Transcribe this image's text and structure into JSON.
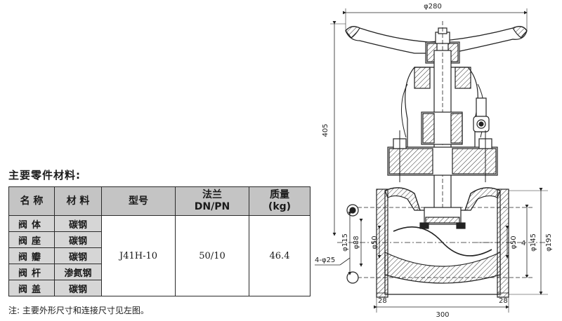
{
  "section_title": "主要零件材料:",
  "table": {
    "headers": [
      "名 称",
      "材 料",
      "型号",
      "法兰\nDN/PN",
      "质量\n(kg)"
    ],
    "rows": [
      {
        "name": "阀体",
        "material": "碳钢"
      },
      {
        "name": "阀座",
        "material": "碳钢"
      },
      {
        "name": "阀瓣",
        "material": "碳钢"
      },
      {
        "name": "阀杆",
        "material": "渗氮钢"
      },
      {
        "name": "阀盖",
        "material": "碳钢"
      }
    ],
    "model": "J41H-10",
    "flange": "50/10",
    "mass": "46.4"
  },
  "footnote": "注: 主要外形尺寸和连接尺寸见左图。",
  "drawing": {
    "dim_top": "φ280",
    "dim_height": "405",
    "dim_d115": "φ115",
    "dim_d88": "φ88",
    "dim_d50_left": "φ50",
    "dim_d50_right": "φ50",
    "dim_d145": "φ145",
    "dim_d195": "φ195",
    "dim_holes": "4-φ25",
    "dim_4": "4",
    "dim_28_left": "28",
    "dim_28_right": "28",
    "dim_300": "300"
  }
}
